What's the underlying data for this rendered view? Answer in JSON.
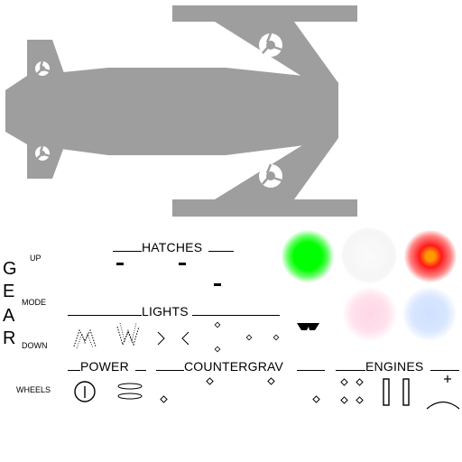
{
  "sections": {
    "hatches": "HATCHES",
    "lights": "LIGHTS",
    "power": "POWER",
    "countergrav": "COUNTERGRAV",
    "engines": "ENGINES"
  },
  "gear": {
    "letters": [
      "G",
      "E",
      "A",
      "R"
    ],
    "up": "UP",
    "mode": "MODE",
    "down": "DOWN"
  },
  "wheels_label": "WHEELS",
  "colors": {
    "hull": "#9e9e9e",
    "light_green": "#00ff00",
    "light_white": "#f4f4f4",
    "light_red": "#ff1a1a",
    "light_red_core": "#ff9900",
    "light_pink": "#ffd6e6",
    "light_blue": "#cfe0ff"
  },
  "icons": [
    "vent-icon",
    "power-icon",
    "gear-icon"
  ]
}
